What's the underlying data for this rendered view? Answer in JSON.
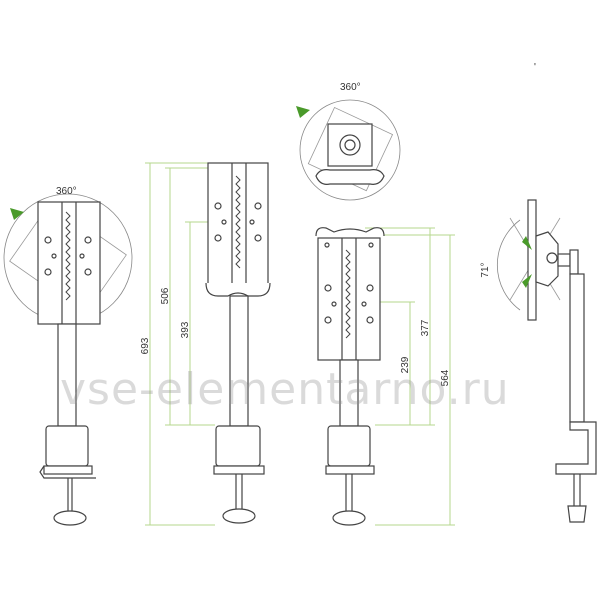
{
  "diagram": {
    "rotation_top_left": "360°",
    "rotation_top_center": "360°",
    "tilt_angle": "71°",
    "dimensions": {
      "total_height": "693",
      "height_506": "506",
      "height_393": "393",
      "height_377": "377",
      "height_239": "239",
      "height_564": "564"
    },
    "watermark": "vse-elementarno.ru",
    "colors": {
      "line": "#444444",
      "dimension_line": "#b6d78c",
      "accent": "#4a9a2a"
    }
  }
}
